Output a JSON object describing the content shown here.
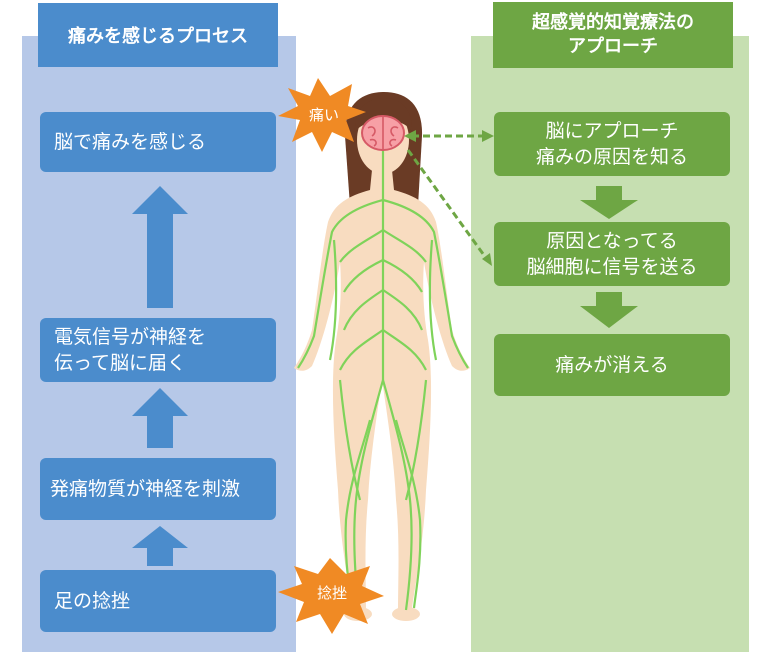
{
  "left_panel": {
    "title": "痛みを感じるプロセス",
    "steps": {
      "brain": "脳で痛みを感じる",
      "signal": "電気信号が神経を\n伝って脳に届く",
      "substance": "発痛物質が神経を刺激",
      "sprain": "足の捻挫"
    }
  },
  "right_panel": {
    "title": "超感覚的知覚療法の\nアプローチ",
    "steps": {
      "approach": "脳にアプローチ\n痛みの原因を知る",
      "send": "原因となってる\n脳細胞に信号を送る",
      "vanish": "痛みが消える"
    }
  },
  "badges": {
    "pain": "痛い",
    "sprain": "捻挫"
  },
  "colors": {
    "left_bg": "#b6c8e8",
    "right_bg": "#c6dfb1",
    "blue": "#4b8ccc",
    "green": "#6ea644",
    "burst": "#f08a24",
    "skin": "#f8dcc0",
    "hair": "#6a3b25",
    "nerve": "#7fd35a"
  }
}
